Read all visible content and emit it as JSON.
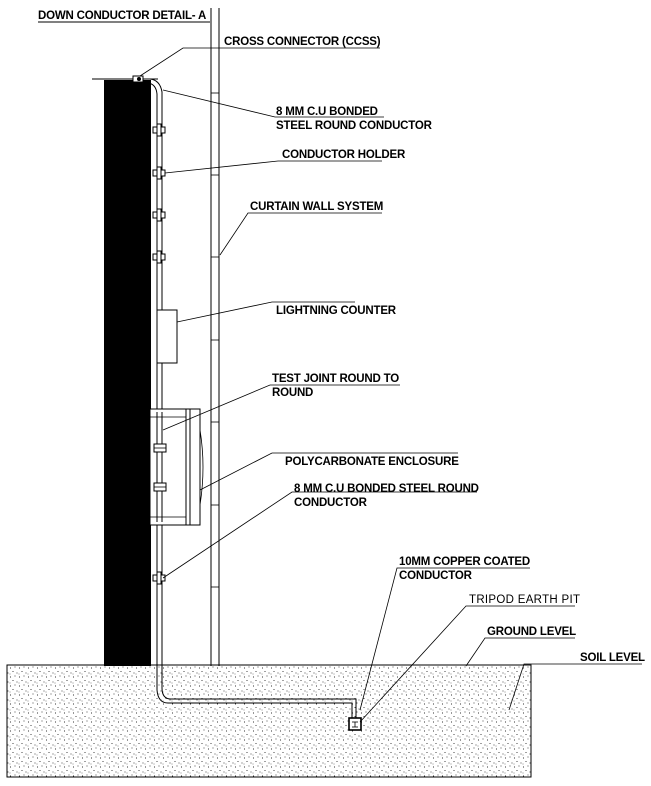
{
  "title": "DOWN CONDUCTOR DETAIL- A",
  "labels": {
    "cross_connector": "CROSS CONNECTOR (CCSS)",
    "conductor_top_line1": "8 MM C.U BONDED",
    "conductor_top_line2": "STEEL ROUND CONDUCTOR",
    "conductor_holder": "CONDUCTOR HOLDER",
    "curtain_wall": "CURTAIN WALL SYSTEM",
    "lightning_counter": "LIGHTNING COUNTER",
    "test_joint_line1": "TEST JOINT ROUND TO",
    "test_joint_line2": "ROUND",
    "enclosure": "POLYCARBONATE ENCLOSURE",
    "conductor_bottom_line1": "8 MM C.U BONDED STEEL ROUND",
    "conductor_bottom_line2": "CONDUCTOR",
    "copper_coated_line1": "10MM COPPER COATED",
    "copper_coated_line2": "CONDUCTOR",
    "tripod_pit": "TRIPOD EARTH PIT",
    "ground_level": "GROUND LEVEL",
    "soil_level": "SOIL LEVEL"
  },
  "colors": {
    "ink": "#000000",
    "paper": "#ffffff"
  }
}
